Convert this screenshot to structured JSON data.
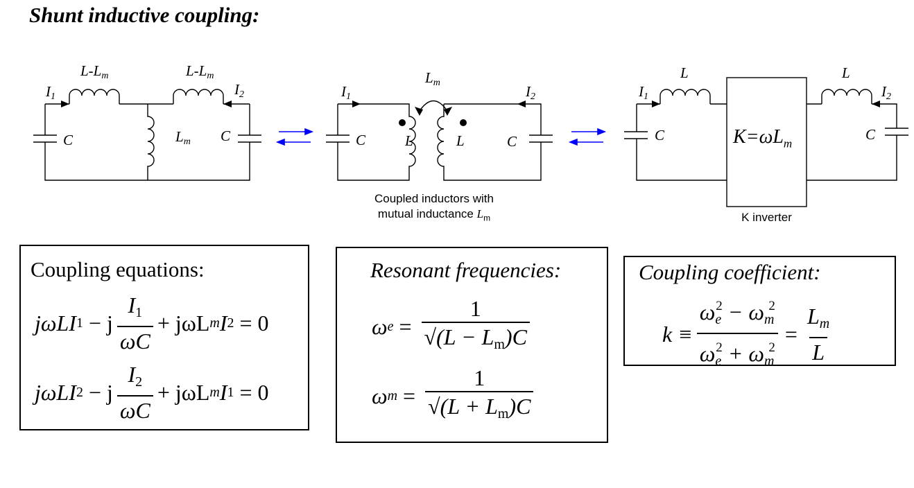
{
  "title": "Shunt inductive coupling:",
  "circuit1": {
    "inductor_left": "L-L",
    "inductor_right": "L-L",
    "shunt_inductor": "L",
    "current_left": "I",
    "current_right": "I",
    "cap_left": "C",
    "cap_right": "C",
    "sub_m": "m",
    "sub_1": "1",
    "sub_2": "2"
  },
  "circuit2": {
    "mutual": "L",
    "current_left": "I",
    "current_right": "I",
    "cap_left": "C",
    "cap_right": "C",
    "ind_left": "L",
    "ind_right": "L",
    "caption_line1": "Coupled inductors with",
    "caption_line2": "mutual inductance",
    "caption_symbol": "L",
    "caption_sub": "m"
  },
  "circuit3": {
    "inductor_left": "L",
    "inductor_right": "L",
    "current_left": "I",
    "current_right": "I",
    "cap_left": "C",
    "cap_right": "C",
    "inverter_formula": "K=ωL",
    "inverter_caption": "K inverter"
  },
  "box_equations": {
    "heading": "Coupling equations:",
    "eq1_lhs": "jωLI",
    "eq1_sub": "1",
    "eq1_minus": "− j",
    "eq1_num": "I",
    "eq1_num_sub": "1",
    "eq1_den": "ωC",
    "eq1_plus": "+ jωL",
    "eq1_msub": "m",
    "eq1_last": "I",
    "eq1_last_sub": "2",
    "eq1_rhs": "= 0",
    "eq2_lhs": "jωLI",
    "eq2_sub": "2",
    "eq2_minus": "− j",
    "eq2_num": "I",
    "eq2_num_sub": "2",
    "eq2_den": "ωC",
    "eq2_plus": "+ jωL",
    "eq2_msub": "m",
    "eq2_last": "I",
    "eq2_last_sub": "1",
    "eq2_rhs": "= 0"
  },
  "box_resonant": {
    "heading": "Resonant frequencies:",
    "we": "ω",
    "we_sub": "e",
    "wm": "ω",
    "wm_sub": "m",
    "eq": "=",
    "one": "1",
    "den1": "√(L − L",
    "den1_sub": "m",
    "den1_end": ")C",
    "den2": "√(L + L",
    "den2_sub": "m",
    "den2_end": ")C"
  },
  "box_coefficient": {
    "heading": "Coupling coefficient:",
    "k": "k ≡",
    "num_a": "ω",
    "num_a_sub": "e",
    "num_op": " − ω",
    "num_b_sub": "m",
    "den_a": "ω",
    "den_a_sub": "e",
    "den_op": " + ω",
    "den_b_sub": "m",
    "sq": "2",
    "eq": "=",
    "rnum": "L",
    "rnum_sub": "m",
    "rden": "L"
  },
  "arrow_color": "#0000ff"
}
